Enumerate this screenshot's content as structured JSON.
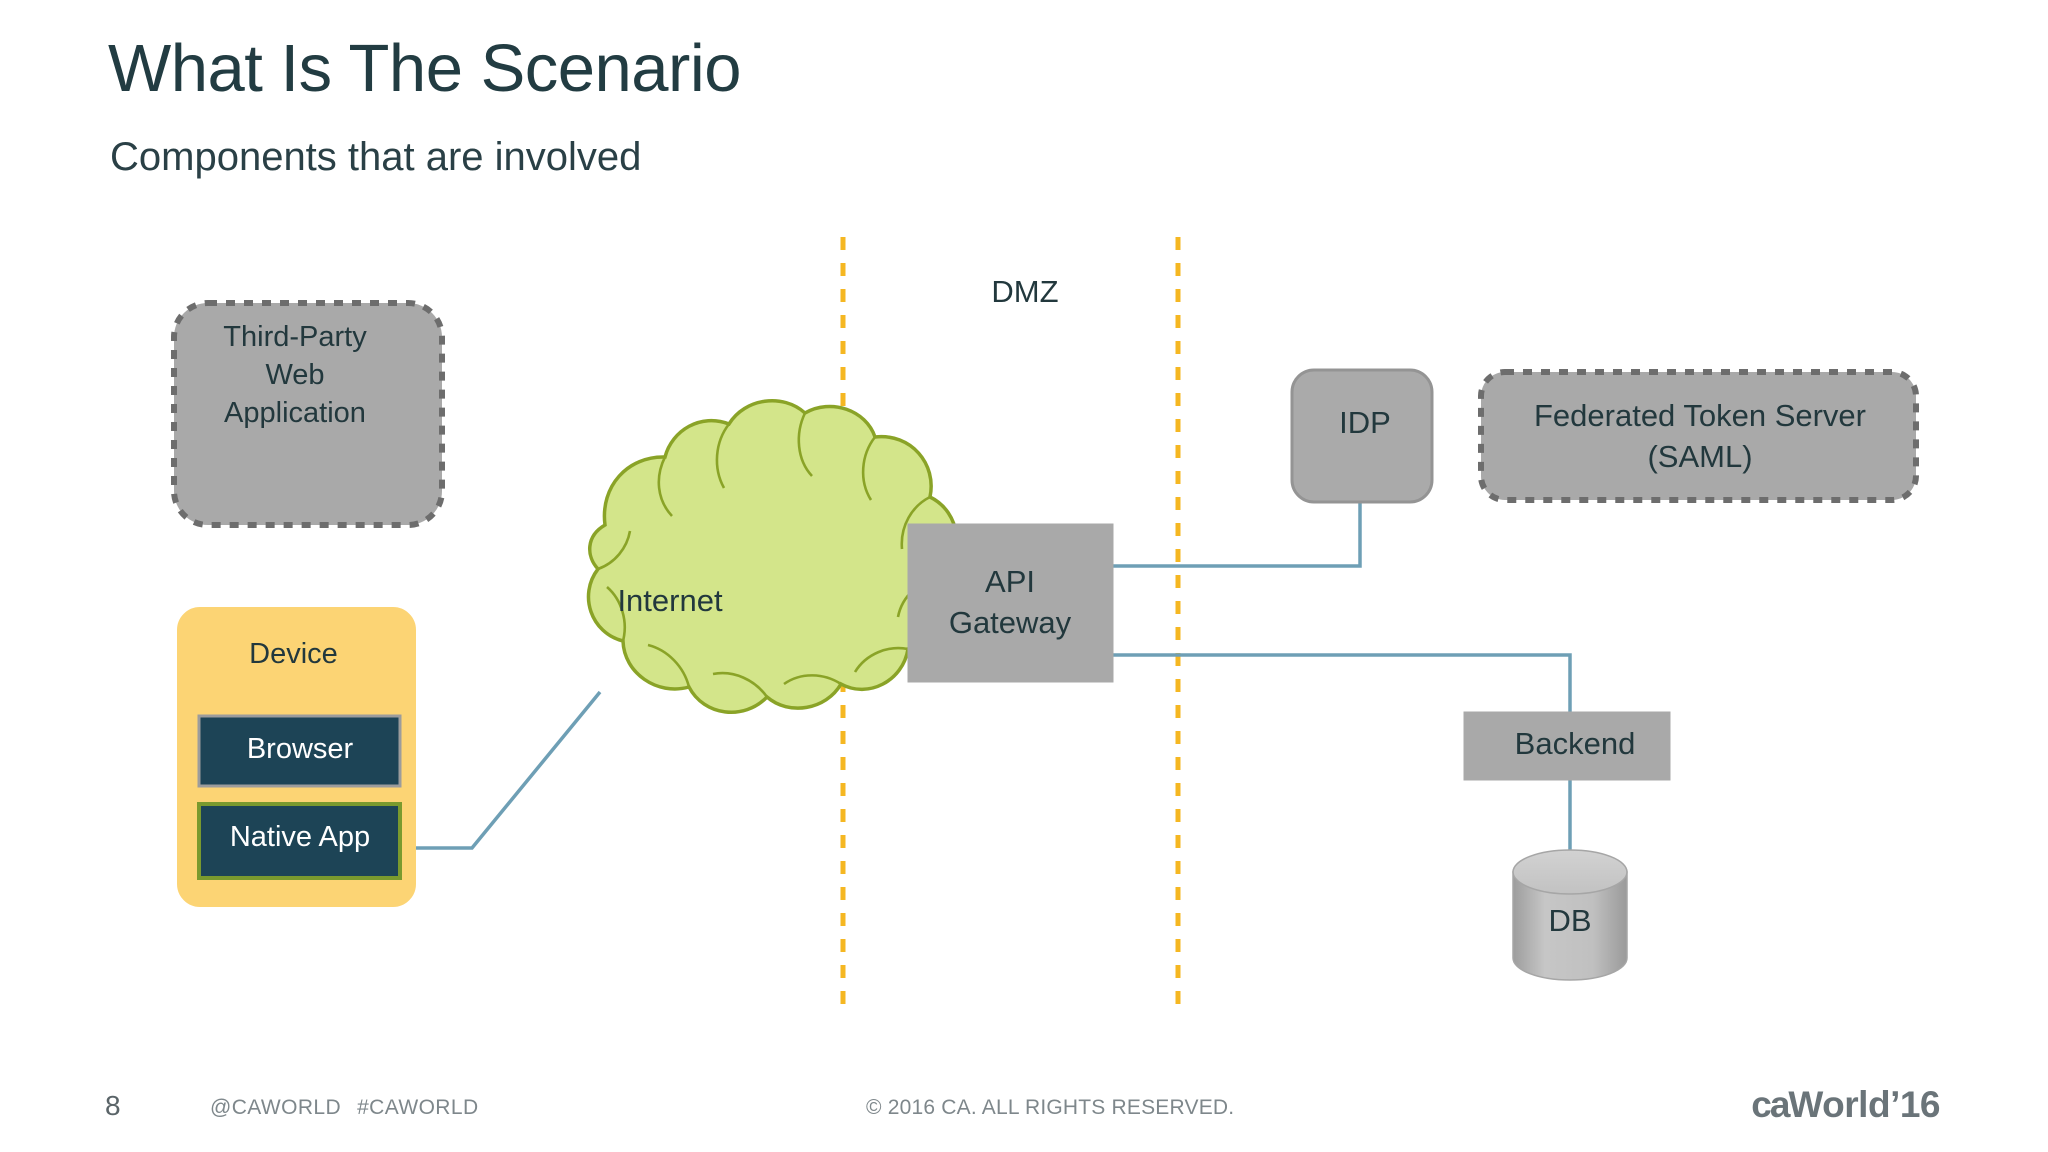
{
  "slide": {
    "title": "What Is The Scenario",
    "subtitle": "Components that are involved"
  },
  "diagram": {
    "zone_label": "DMZ",
    "nodes": {
      "third_party_web_app": "Third-Party\nWeb\nApplication",
      "third_party_web_app_lines": [
        "Third-Party",
        "Web",
        "Application"
      ],
      "device": "Device",
      "browser": "Browser",
      "native_app": "Native App",
      "internet": "Internet",
      "api_gateway_lines": [
        "API",
        "Gateway"
      ],
      "idp": "IDP",
      "federated_token_server_lines": [
        "Federated Token Server",
        "(SAML)"
      ],
      "backend": "Backend",
      "db": "DB"
    }
  },
  "footer": {
    "page_number": "8",
    "social_handle": "@CAWORLD",
    "social_hashtag": "#CAWORLD",
    "copyright": "© 2016 CA. ALL RIGHTS RESERVED.",
    "logo_ca": "ca",
    "logo_world": "World",
    "logo_year": "’16"
  },
  "colors": {
    "title_text": "#223c42",
    "gray_fill": "#a9a9a9",
    "gray_fill_light": "#b3b3b3",
    "device_yellow": "#fcd474",
    "dark_navy": "#1d4456",
    "green_border": "#7a9a2e",
    "cloud_green": "#d3e58a",
    "cloud_stroke": "#8aa327",
    "connector_blue": "#6e9fb5",
    "dmz_orange": "#f5b722",
    "footer_gray": "#7e878b"
  }
}
